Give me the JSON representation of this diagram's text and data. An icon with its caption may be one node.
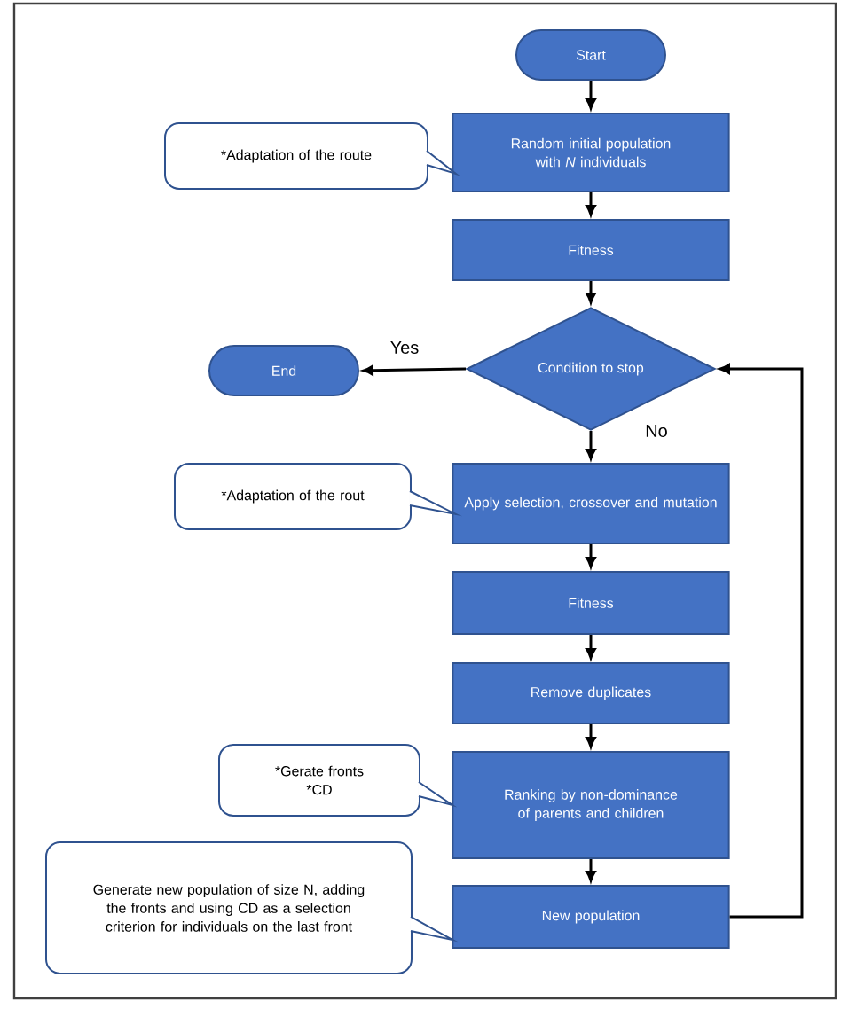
{
  "diagram": {
    "nodes": [
      {
        "text": [
          "Start"
        ]
      },
      {
        "text": [
          "Random initial population with *N* individuals"
        ]
      },
      {
        "text": [
          "Fitness"
        ]
      },
      {
        "text": [
          "Condition to stop"
        ]
      },
      {
        "text": [
          "End"
        ]
      },
      {
        "text": [
          "Apply selection, crossover and mutation"
        ]
      },
      {
        "text": [
          "Fitness"
        ]
      },
      {
        "text": [
          "Remove duplicates"
        ]
      },
      {
        "text": [
          "Ranking by non-dominance of parents and children"
        ]
      },
      {
        "text": [
          "New population"
        ]
      },
      {
        "text": [
          "*Adaptation of the route"
        ]
      },
      {
        "text": [
          "*Adaptation of the rout"
        ]
      },
      {
        "text": [
          "*Gerate fronts",
          "*CD"
        ]
      },
      {
        "text": [
          "Generate new population of size N, adding the fronts and using CD as a selection criterion for individuals on the last front"
        ]
      }
    ],
    "edges": [
      {
        "from": 0,
        "to": 1,
        "arrow": "to"
      },
      {
        "from": 1,
        "to": 2,
        "arrow": "to"
      },
      {
        "from": 2,
        "to": 3,
        "arrow": "to"
      },
      {
        "from": 3,
        "to": 4,
        "arrow": "to",
        "label": "Yes"
      },
      {
        "from": 3,
        "to": 5,
        "arrow": "to",
        "label": "No"
      },
      {
        "from": 5,
        "to": 6,
        "arrow": "to"
      },
      {
        "from": 6,
        "to": 7,
        "arrow": "to"
      },
      {
        "from": 7,
        "to": 8,
        "arrow": "to"
      },
      {
        "from": 8,
        "to": 9,
        "arrow": "to"
      },
      {
        "from": 9,
        "to": 3,
        "arrow": "to"
      }
    ]
  }
}
